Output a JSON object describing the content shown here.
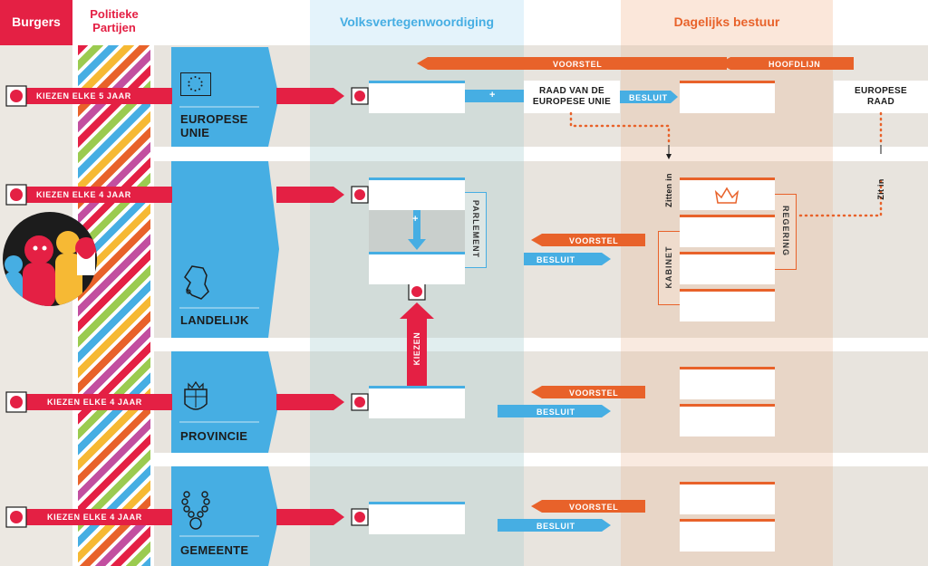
{
  "headers": {
    "burgers": "Burgers",
    "partijen": "Politieke\nPartijen",
    "volks": "Volksvertegenwoordiging",
    "dagelijks": "Dagelijks bestuur"
  },
  "levels": {
    "eu": "EUROPESE\nUNIE",
    "landelijk": "LANDELIJK",
    "provincie": "PROVINCIE",
    "gemeente": "GEMEENTE"
  },
  "kiezen": {
    "eu": "KIEZEN ELKE 5 JAAR",
    "landelijk": "KIEZEN ELKE 4 JAAR",
    "provincie": "KIEZEN ELKE 4 JAAR",
    "gemeente": "KIEZEN ELKE 4 JAAR"
  },
  "labels": {
    "voorstel": "VOORSTEL",
    "hoofdlijn": "HOOFDLIJN",
    "besluit": "BESLUIT",
    "plus": "+",
    "raad_eu": "RAAD VAN DE\nEUROPESE UNIE",
    "europese_raad": "EUROPESE\nRAAD",
    "parlement": "PARLEMENT",
    "regering": "REGERING",
    "kabinet": "KABINET",
    "kiezen_vertical": "KIEZEN",
    "zitten_in": "Zitten in",
    "zit_in": "Zit in"
  },
  "colors": {
    "red": "#e42044",
    "blue": "#46aee3",
    "orange": "#e8622a",
    "volks_bg": "#e6f3fa",
    "dagelijks_bg": "#fbe9dd",
    "band_bg": "#e9e4dd"
  }
}
